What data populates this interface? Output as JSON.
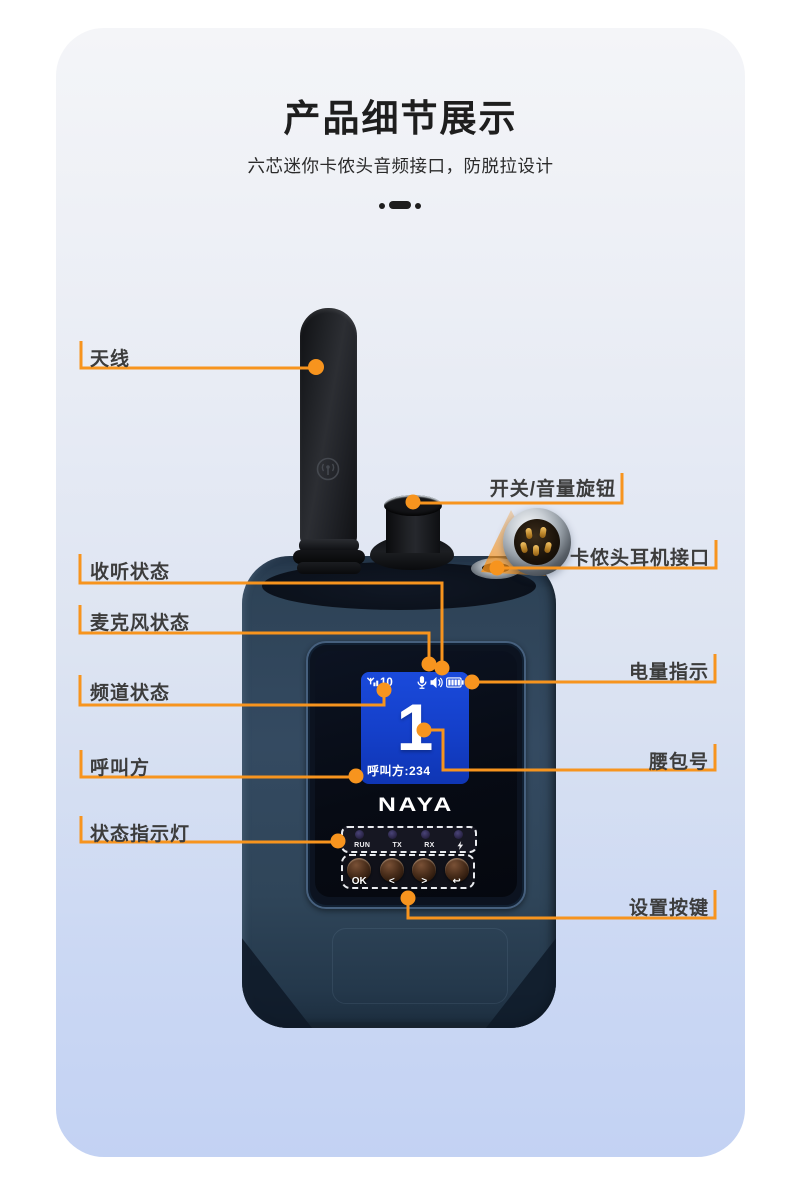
{
  "header": {
    "title": "产品细节展示",
    "subtitle": "六芯迷你卡侬头音频接口，防脱拉设计"
  },
  "callouts": {
    "left": [
      {
        "text": "天线"
      },
      {
        "text": "收听状态"
      },
      {
        "text": "麦克风状态"
      },
      {
        "text": "频道状态"
      },
      {
        "text": "呼叫方"
      },
      {
        "text": "状态指示灯"
      }
    ],
    "right": [
      {
        "text": "开关/音量旋钮"
      },
      {
        "text": "卡侬头耳机接口"
      },
      {
        "text": "电量指示"
      },
      {
        "text": "腰包号"
      },
      {
        "text": "设置按键"
      }
    ]
  },
  "device": {
    "brand": "NAYA",
    "screen": {
      "signal_value": "10",
      "channel_number": "1",
      "caller_text": "呼叫方:234"
    },
    "led_labels": [
      "RUN",
      "TX",
      "RX"
    ],
    "button_labels": [
      "OK",
      "<",
      ">",
      "↩"
    ]
  },
  "colors": {
    "accent_orange": "#F7941E",
    "screen_blue": "#1546D2",
    "body_navy": "#2F4459",
    "card_gradient_top": "#F4F5F8",
    "card_gradient_bottom": "#C3D2F3"
  }
}
